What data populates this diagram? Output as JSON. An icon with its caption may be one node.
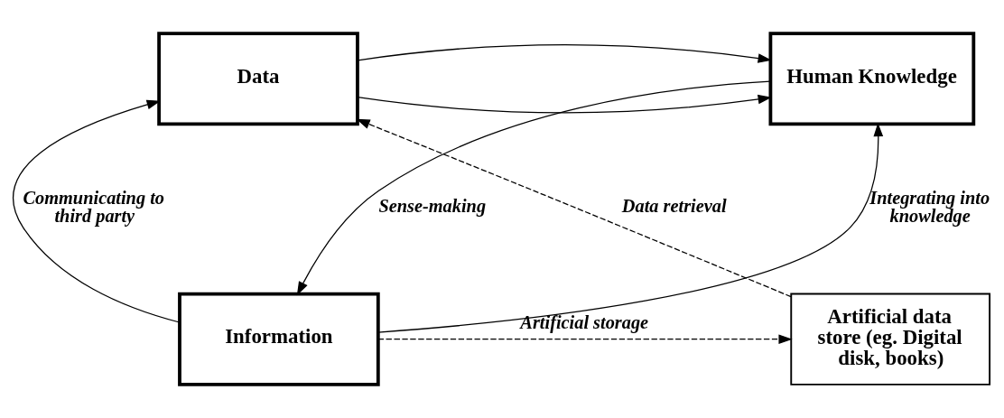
{
  "diagram": {
    "nodes": [
      {
        "text": [
          "Data"
        ]
      },
      {
        "text": [
          "Human Knowledge"
        ]
      },
      {
        "text": [
          "Artificial data store (eg. Digital disk, books)"
        ]
      },
      {
        "text": [
          "Information"
        ]
      }
    ],
    "edges": [
      {
        "from": 0,
        "to": 1,
        "arrow": "to"
      },
      {
        "from": 0,
        "to": 1,
        "arrow": "to"
      },
      {
        "from": 3,
        "to": 0,
        "arrow": "to",
        "label": "Communicating to third party"
      },
      {
        "from": 3,
        "to": 1,
        "arrow": "to",
        "label": "Integrating into knowledge"
      },
      {
        "from": 1,
        "to": 3,
        "arrow": "to",
        "label": "Sense-making"
      },
      {
        "from": 3,
        "to": 2,
        "arrow": "to",
        "label": "Artificial storage",
        "style": "dashed"
      },
      {
        "from": 2,
        "to": 0,
        "arrow": "to",
        "label": "Data retrieval",
        "style": "dashed"
      }
    ]
  }
}
